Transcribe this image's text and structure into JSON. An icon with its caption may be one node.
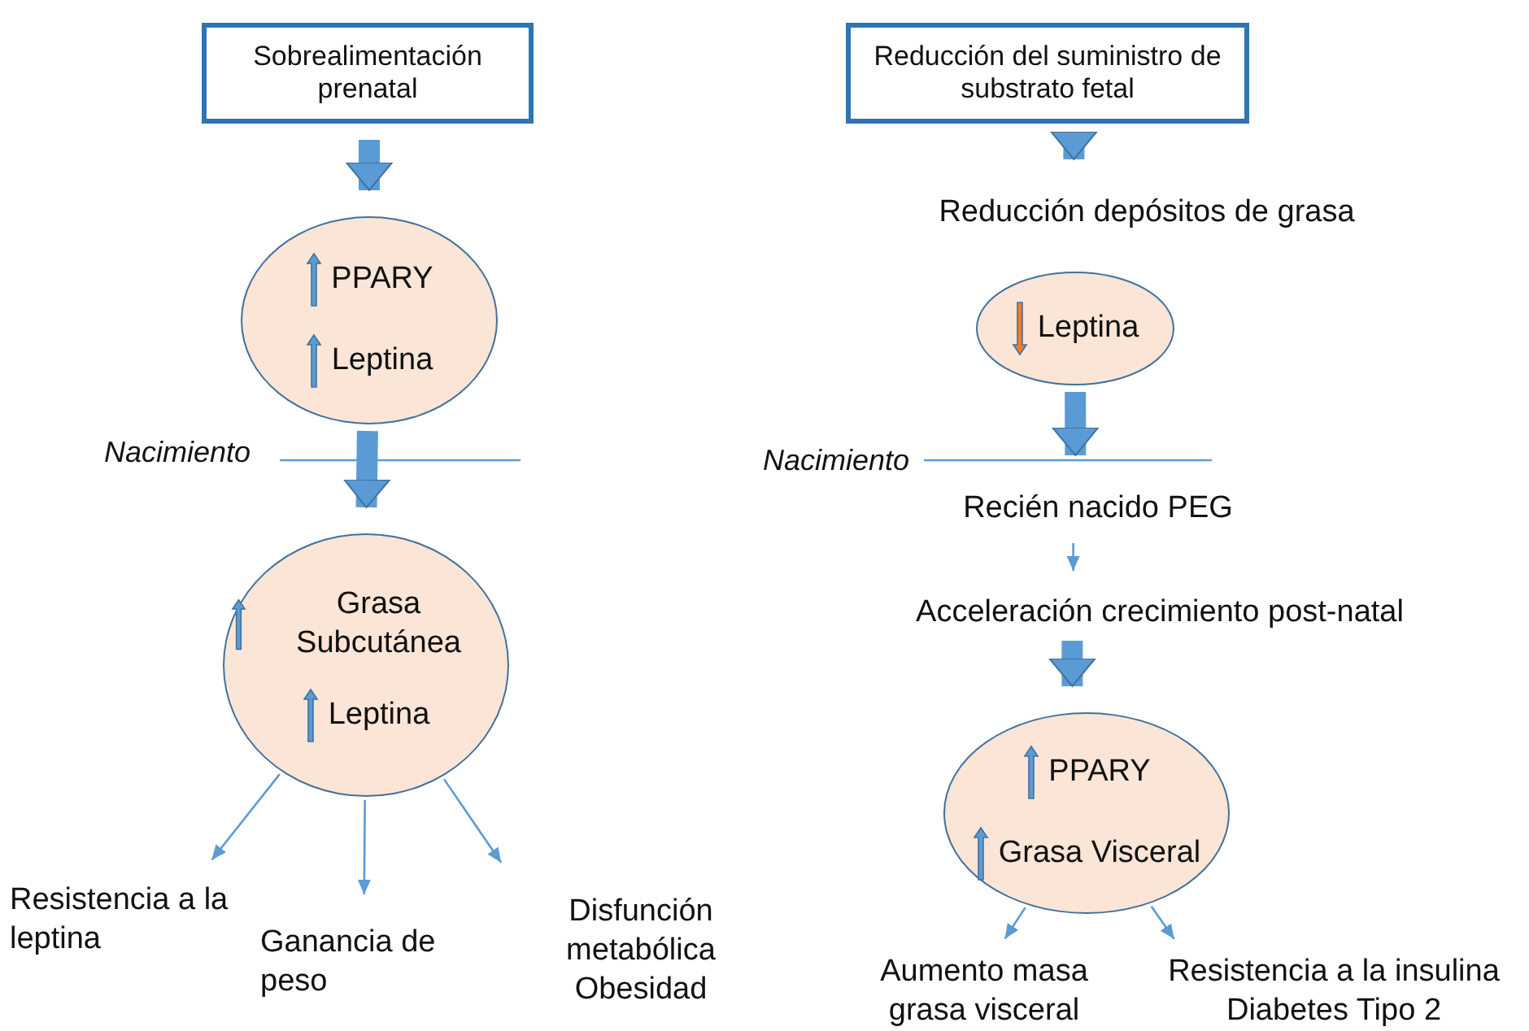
{
  "diagram": {
    "nodes": [
      {
        "text": [
          "Sobrealimentación prenatal"
        ]
      },
      {
        "text": [
          "PPARY",
          "Leptina"
        ]
      },
      {
        "text": [
          "Grasa Subcutánea",
          "Leptina"
        ]
      },
      {
        "text": [
          "Resistencia a la leptina"
        ]
      },
      {
        "text": [
          "Ganancia de peso"
        ]
      },
      {
        "text": [
          "Disfunción metabólica Obesidad"
        ]
      },
      {
        "text": [
          "Reducción del suministro de substrato fetal"
        ]
      },
      {
        "text": [
          "Reducción depósitos de grasa"
        ]
      },
      {
        "text": [
          "Leptina"
        ]
      },
      {
        "text": [
          "Recién nacido PEG"
        ]
      },
      {
        "text": [
          "Acceleración crecimiento post-natal"
        ]
      },
      {
        "text": [
          "PPARY",
          "Grasa Visceral"
        ]
      },
      {
        "text": [
          "Aumento masa grasa visceral"
        ]
      },
      {
        "text": [
          "Resistencia a la insulina Diabetes Tipo 2"
        ]
      }
    ],
    "edges": [
      {
        "from": 0,
        "to": 1,
        "arrow": "to",
        "style": "thick"
      },
      {
        "from": 1,
        "to": 2,
        "arrow": "to",
        "style": "thick"
      },
      {
        "from": 2,
        "to": 3,
        "arrow": "to"
      },
      {
        "from": 2,
        "to": 4,
        "arrow": "to"
      },
      {
        "from": 2,
        "to": 5,
        "arrow": "to"
      },
      {
        "from": 6,
        "to": 7,
        "arrow": "to",
        "style": "thick"
      },
      {
        "from": 8,
        "to": 9,
        "arrow": "to",
        "style": "thick"
      },
      {
        "from": 9,
        "to": 10,
        "arrow": "to"
      },
      {
        "from": 10,
        "to": 11,
        "arrow": "to",
        "style": "thick"
      },
      {
        "from": 11,
        "to": 12,
        "arrow": "to"
      },
      {
        "from": 11,
        "to": 13,
        "arrow": "to"
      }
    ],
    "labels": [
      "Nacimiento",
      "Nacimiento"
    ]
  }
}
